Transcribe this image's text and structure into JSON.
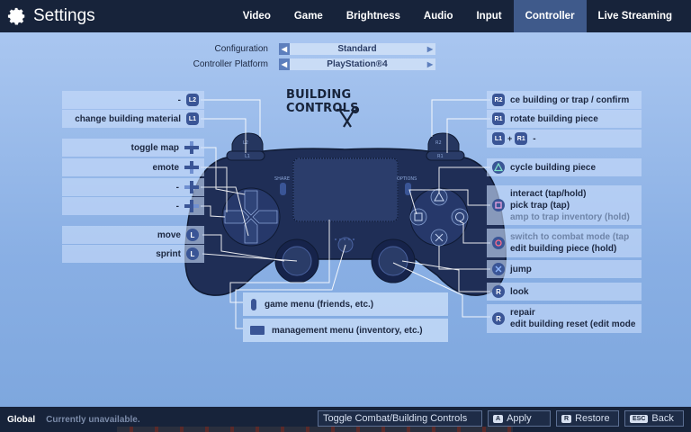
{
  "header": {
    "title": "Settings",
    "tabs": [
      {
        "label": "Video",
        "active": false
      },
      {
        "label": "Game",
        "active": false
      },
      {
        "label": "Brightness",
        "active": false
      },
      {
        "label": "Audio",
        "active": false
      },
      {
        "label": "Input",
        "active": false
      },
      {
        "label": "Controller",
        "active": true
      },
      {
        "label": "Live Streaming",
        "active": false
      }
    ]
  },
  "config": {
    "configuration_label": "Configuration",
    "configuration_value": "Standard",
    "platform_label": "Controller Platform",
    "platform_value": "PlayStation®4"
  },
  "controls": {
    "heading": "BUILDING CONTROLS",
    "left": [
      {
        "label": "-",
        "button": "L2"
      },
      {
        "label": "change building material",
        "button": "L1"
      },
      {
        "label": "toggle map",
        "button": "dpad"
      },
      {
        "label": "emote",
        "button": "dpad"
      },
      {
        "label": "-",
        "button": "dpad"
      },
      {
        "label": "-",
        "button": "dpad"
      },
      {
        "label": "move",
        "button": "L"
      },
      {
        "label": "sprint",
        "button": "L"
      }
    ],
    "right": {
      "r2": {
        "button": "R2",
        "label": "ce building or trap / confirm"
      },
      "r1": {
        "button": "R1",
        "label": "rotate building piece"
      },
      "combo": {
        "buttons": [
          "L1",
          "+",
          "R1"
        ],
        "label": "-"
      },
      "triangle": {
        "label": "cycle building piece"
      },
      "square": {
        "lines": [
          "interact (tap/hold)",
          "pick trap (tap)",
          "amp to trap inventory (hold)"
        ]
      },
      "circle": {
        "lines": [
          "switch to combat mode (tap",
          "edit building piece (hold)"
        ]
      },
      "cross": {
        "label": "jump"
      },
      "r_stick": {
        "button": "R",
        "label": "look"
      },
      "r3": {
        "button": "R",
        "lines": [
          "repair",
          "edit building reset (edit mode"
        ]
      }
    },
    "center": [
      {
        "label": "game menu (friends, etc.)"
      },
      {
        "label": "management menu (inventory, etc.)"
      }
    ],
    "controller_labels": {
      "share": "SHARE",
      "options": "OPTIONS",
      "l2": "L2",
      "l1": "L1",
      "r2": "R2",
      "r1": "R1"
    }
  },
  "footer": {
    "scope": "Global",
    "status": "Currently unavailable.",
    "toggle_label": "Toggle Combat/Building Controls",
    "apply_key": "A",
    "apply_label": "Apply",
    "restore_key": "R",
    "restore_label": "Restore",
    "back_key": "ESC",
    "back_label": "Back"
  },
  "colors": {
    "header_bg": "#17233a",
    "active_tab": "#3f5a8b",
    "background": "#8fb6e8",
    "controller": "#1f2e56",
    "icon_bg": "#3a5596"
  }
}
